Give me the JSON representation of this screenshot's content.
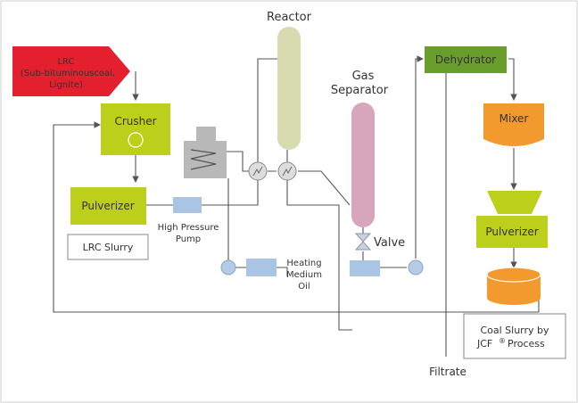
{
  "labels": {
    "reactor": "Reactor",
    "gas_separator_line1": "Gas",
    "gas_separator_line2": "Separator",
    "valve": "Valve",
    "high_pressure_pump_line1": "High Pressure",
    "high_pressure_pump_line2": "Pump",
    "heating_medium_oil_line1": "Heating",
    "heating_medium_oil_line2": "Medium",
    "heating_medium_oil_line3": "Oil",
    "filtrate": "Filtrate"
  },
  "boxes": {
    "lrc_line1": "LRC",
    "lrc_line2": "(Sub-bituminouscoal,",
    "lrc_line3": "Lignite)",
    "crusher": "Crusher",
    "pulverizer_left": "Pulverizer",
    "lrc_slurry": "LRC Slurry",
    "dehydrator": "Dehydrator",
    "mixer": "Mixer",
    "pulverizer_right": "Pulverizer",
    "coal_slurry_line1": "Coal Slurry by",
    "coal_slurry_line2_prefix": "JCF",
    "coal_slurry_line2_mark": "®",
    "coal_slurry_line2_suffix": "Process"
  },
  "colors": {
    "lrc_red": "#e4202f",
    "crusher_green": "#bccf1a",
    "dehydrator_green": "#6a9e2c",
    "mixer_orange": "#f29a2e",
    "reactor_column": "#d6dcb0",
    "separator_column": "#d7a6bc",
    "pump_blue": "#a9c5e3",
    "line_gray": "#555555",
    "heater_gray": "#b9b9b9"
  }
}
